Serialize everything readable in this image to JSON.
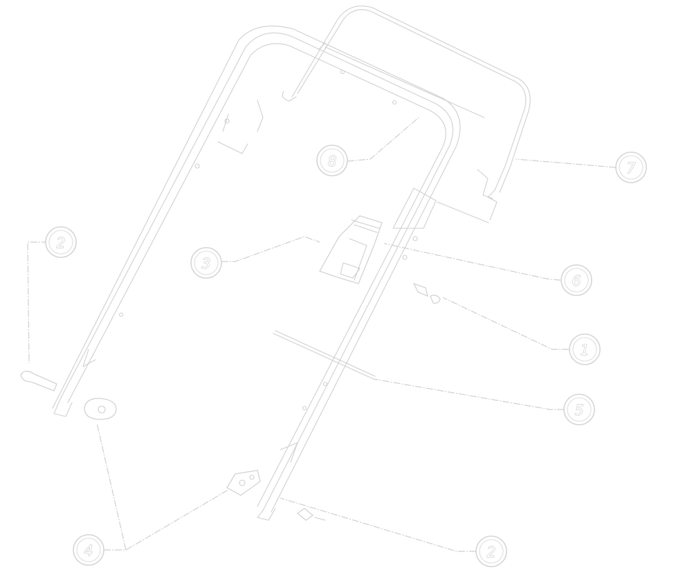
{
  "callouts": [
    {
      "label": "8"
    },
    {
      "label": "7"
    },
    {
      "label": "2"
    },
    {
      "label": "3"
    },
    {
      "label": "6"
    },
    {
      "label": "1"
    },
    {
      "label": "5"
    },
    {
      "label": "4"
    },
    {
      "label": "2"
    }
  ],
  "colors": {
    "line": "#d9d9d9",
    "background": "#ffffff"
  }
}
